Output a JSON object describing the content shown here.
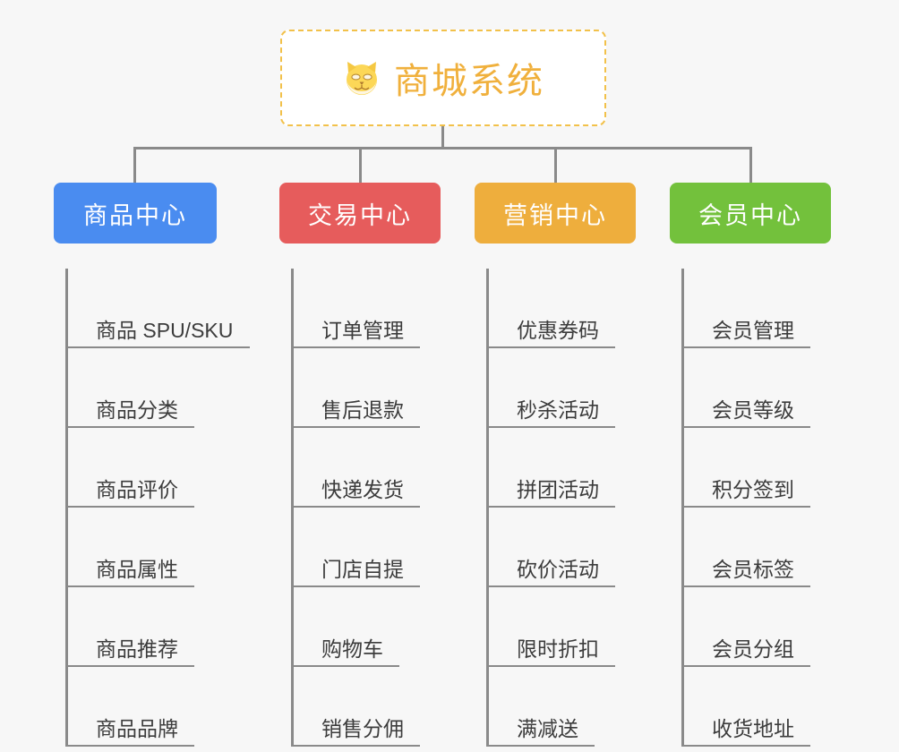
{
  "root": {
    "icon": "shiba-dog-face-icon",
    "title": "商城系统",
    "border_color": "#f2c14a",
    "text_color": "#f0b03c"
  },
  "background_color": "#f7f7f7",
  "connector_color": "#8a8a8a",
  "columns": [
    {
      "id": "product-center",
      "label": "商品中心",
      "color": "#4a8cf0",
      "items": [
        "商品 SPU/SKU",
        "商品分类",
        "商品评价",
        "商品属性",
        "商品推荐",
        "商品品牌"
      ]
    },
    {
      "id": "trade-center",
      "label": "交易中心",
      "color": "#e65c5c",
      "items": [
        "订单管理",
        "售后退款",
        "快递发货",
        "门店自提",
        "购物车",
        "销售分佣"
      ]
    },
    {
      "id": "marketing-center",
      "label": "营销中心",
      "color": "#eeae3d",
      "items": [
        "优惠券码",
        "秒杀活动",
        "拼团活动",
        "砍价活动",
        "限时折扣",
        "满减送"
      ]
    },
    {
      "id": "member-center",
      "label": "会员中心",
      "color": "#73c13c",
      "items": [
        "会员管理",
        "会员等级",
        "积分签到",
        "会员标签",
        "会员分组",
        "收货地址"
      ]
    }
  ]
}
